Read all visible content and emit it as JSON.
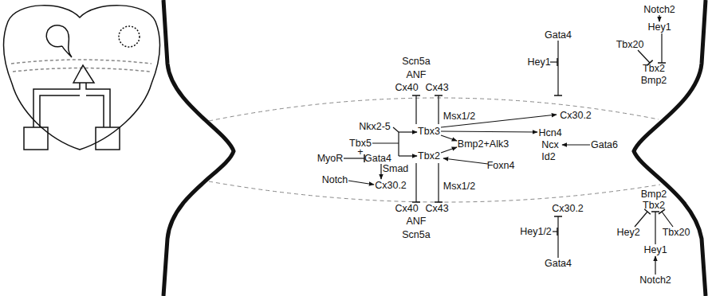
{
  "diagram": {
    "labels": [
      "Notch2",
      "Hey1",
      "Gata4",
      "Tbx20",
      "Hey1",
      "Scn5a",
      "ANF",
      "Cx40",
      "Cx43",
      "Tbx2",
      "Bmp2",
      "Cx30.2",
      "Msx1/2",
      "Nkx2-5",
      "Tbx3",
      "Hcn4",
      "Tbx5",
      "Bmp2+Alk3",
      "Ncx",
      "Gata6",
      "+",
      "Tbx2",
      "Id2",
      "MyoR",
      "Gata4",
      "Foxn4",
      "Smad",
      "Notch",
      "Cx30.2",
      "Msx1/2",
      "Cx40",
      "Cx43",
      "Bmp2",
      "Tbx2",
      "Cx30.2",
      "ANF",
      "Scn5a",
      "Hey1/2",
      "Hey2",
      "Tbx20",
      "Hey1",
      "Gata4",
      "Notch2"
    ]
  }
}
